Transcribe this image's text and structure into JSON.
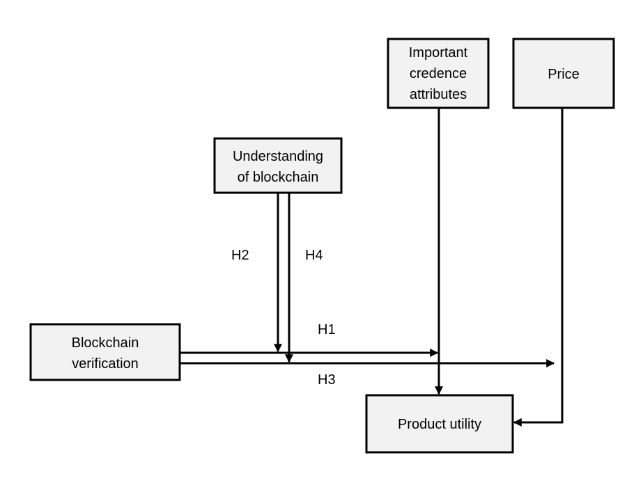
{
  "boxes": {
    "important_credence": {
      "lines": [
        "Important",
        "credence",
        "attributes"
      ]
    },
    "price": {
      "lines": [
        "Price"
      ]
    },
    "understanding": {
      "lines": [
        "Understanding",
        "of blockchain"
      ]
    },
    "blockchain_verification": {
      "lines": [
        "Blockchain",
        "verification"
      ]
    },
    "product_utility": {
      "lines": [
        "Product utility"
      ]
    }
  },
  "hypotheses": {
    "h1": "H1",
    "h2": "H2",
    "h3": "H3",
    "h4": "H4"
  },
  "colors": {
    "box_fill": "#f2f2f2",
    "stroke": "#000000",
    "text": "#000000"
  }
}
